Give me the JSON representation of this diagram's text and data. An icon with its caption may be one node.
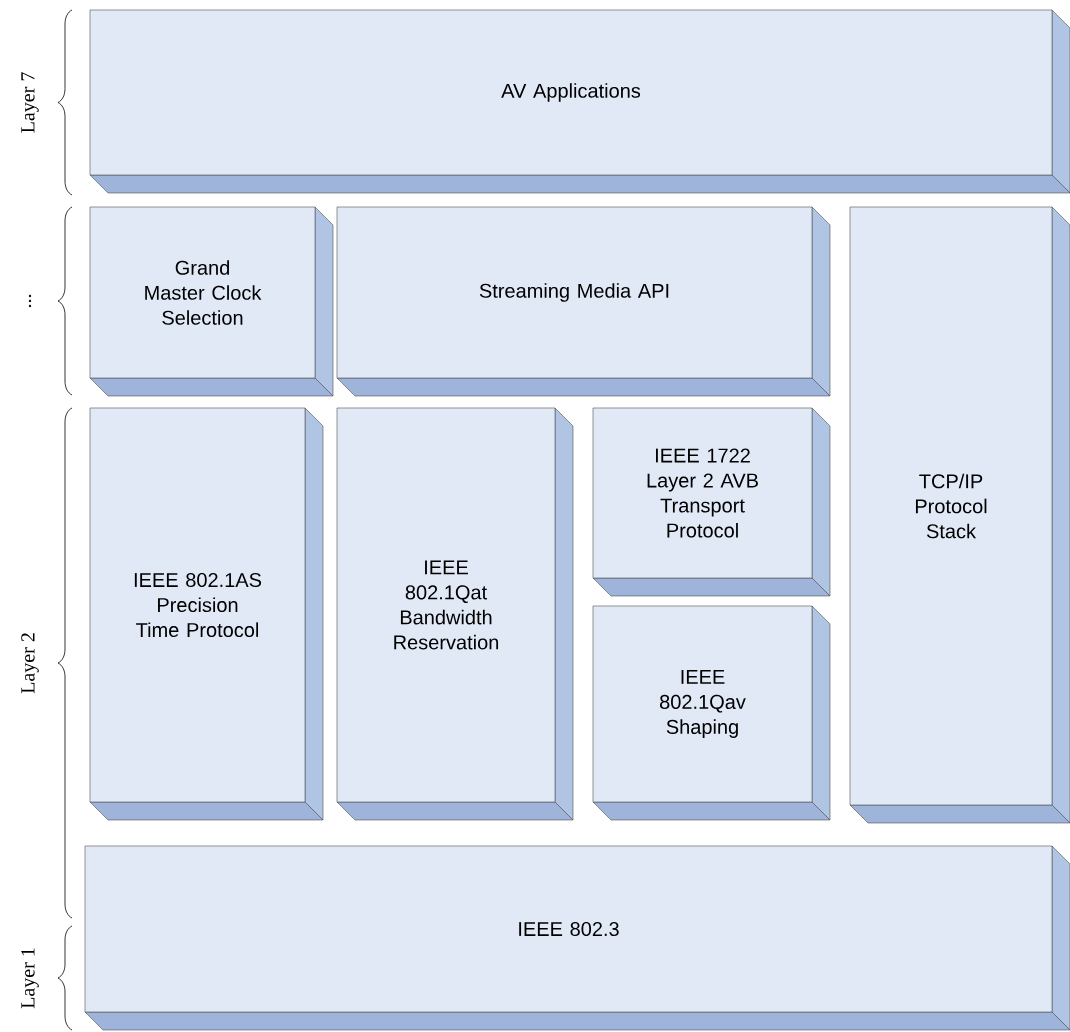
{
  "diagram": {
    "nodes": [
      {
        "text": [
          "AV Applications"
        ]
      },
      {
        "text": [
          "Grand Master Clock Selection"
        ]
      },
      {
        "text": [
          "Streaming Media API"
        ]
      },
      {
        "text": [
          "TCP/IP Protocol Stack"
        ]
      },
      {
        "text": [
          "IEEE 802.1AS Precision Time Protocol"
        ]
      },
      {
        "text": [
          "IEEE 802.1Qat Bandwidth Reservation"
        ]
      },
      {
        "text": [
          "IEEE 1722 Layer 2 AVB Transport Protocol"
        ]
      },
      {
        "text": [
          "IEEE 802.1Qav Shaping"
        ]
      },
      {
        "text": [
          "IEEE 802.3"
        ]
      }
    ],
    "edges": [],
    "labels": [
      "Layer 7",
      "...",
      "Layer 2",
      "Layer 1"
    ]
  }
}
